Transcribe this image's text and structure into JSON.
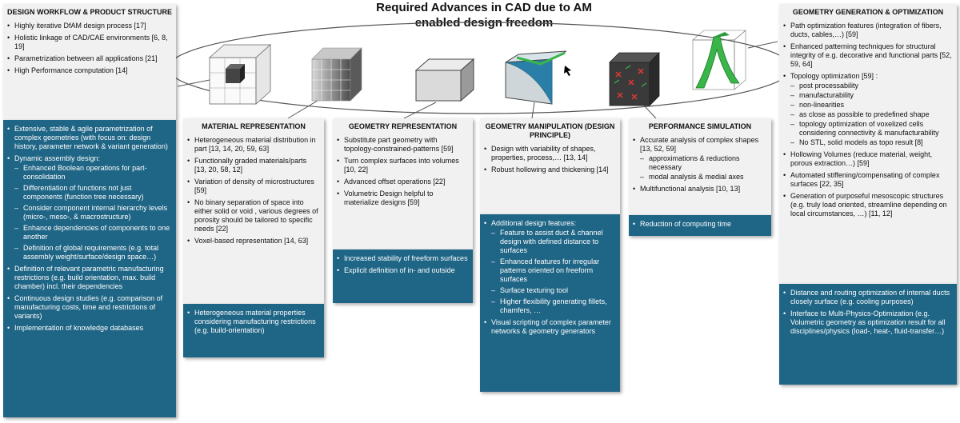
{
  "title": {
    "line1": "Required Advances in CAD due to AM",
    "line2": "enabled design freedom"
  },
  "colors": {
    "panel_light": "#f1f1f1",
    "panel_dark": "#1f6585",
    "accent_green": "#39b54a",
    "accent_blue": "#2a7fa8"
  },
  "workflow": {
    "header": "DESIGN WORKFLOW & PRODUCT STRUCTURE",
    "top": [
      "Highly iterative DfAM design process [17]",
      "Holistic linkage of CAD/CAE environments [6, 8, 19]",
      "Parametrization between all applications [21]",
      "High Performance computation [14]"
    ],
    "bottom": {
      "b1": "Extensive, stable & agile parametrization of complex geometries (with focus on: design history, parameter network & variant generation)",
      "b2": "Dynamic assembly design:",
      "b2_sub": [
        "Enhanced Boolean operations for part-consolidation",
        "Differentiation of functions not just components (function tree necessary)",
        "Consider component internal hierarchy levels (micro-, meso-, & macrostructure)",
        "Enhance dependencies of components to one another",
        "Definition of global requirements (e.g. total assembly weight/surface/design space…)"
      ],
      "b3": "Definition of relevant parametric manufacturing restrictions (e.g. build orientation, max. build chamber) incl. their dependencies",
      "b4": "Continuous design studies (e.g. comparison of manufacturing costs, time and restrictions of variants)",
      "b5": "Implementation of knowledge databases"
    }
  },
  "material": {
    "header": "MATERIAL REPRESENTATION",
    "top": [
      "Heterogeneous material distribution in part [13, 14, 20, 59, 63]",
      "Functionally graded materials/parts [13, 20, 58, 12]",
      "Variation of density of microstructures [59]",
      "No binary separation of space into either solid or void , various degrees of porosity should be tailored to specific needs [22]",
      "Voxel-based representation [14, 63]"
    ],
    "bottom": [
      "Heterogeneous material properties considering manufacturing restrictions (e.g. build-orientation)"
    ]
  },
  "geometry": {
    "header": "GEOMETRY REPRESENTATION",
    "top": [
      "Substitute part geometry with topology-constrained-patterns [59]",
      "Turn complex surfaces into volumes [10, 22]",
      "Advanced offset operations [22]",
      "Volumetric Design helpful to materialize designs [59]"
    ],
    "bottom": [
      "Increased stability of freeform surfaces",
      "Explicit definition of in- and outside"
    ]
  },
  "manipulation": {
    "header": "GEOMETRY MANIPULATION (DESIGN PRINCIPLE)",
    "top": [
      "Design with variability of shapes, properties, process,… [13, 14]",
      "Robust hollowing and thickening [14]"
    ],
    "bottom": {
      "b1": "Additional design features:",
      "b1_sub": [
        "Feature to assist duct & channel design with defined distance to surfaces",
        "Enhanced features for irregular patterns oriented on freeform surfaces",
        "Surface texturing tool",
        "Higher flexibility generating fillets, chamfers, …"
      ],
      "b2": "Visual scripting of complex parameter networks & geometry generators"
    }
  },
  "performance": {
    "header": "PERFORMANCE SIMULATION",
    "top": {
      "b1": "Accurate analysis of complex shapes [13, 52, 59]",
      "b1_sub": [
        "approximations & reductions necessary",
        "modal analysis & medial axes"
      ],
      "b2": "Multifunctional analysis [10, 13]"
    },
    "bottom": [
      "Reduction of computing time"
    ]
  },
  "optimization": {
    "header": "GEOMETRY GENERATION & OPTIMIZATION",
    "top": {
      "b1": "Path optimization features (integration of fibers, ducts, cables,…) [59]",
      "b2": "Enhanced patterning techniques for structural integrity of e.g. decorative and functional parts [52, 59, 64]",
      "b3": "Topology optimization [59] :",
      "b3_sub": [
        "post processability",
        "manufacturability",
        "non-linearities",
        "as close as possible to predefined shape",
        "topology optimization of voxelized cells considering connectivity & manufacturability",
        "No STL, solid models as topo result [8]"
      ],
      "b4": "Hollowing Volumes (reduce material, weight, porous extraction…) [59]",
      "b5": "Automated stiffening/compensating of complex surfaces [22, 35]",
      "b6": "Generation of purposeful mesoscopic structures (e.g. truly load oriented, streamline depending on local circumstances, …) [11, 12]"
    },
    "bottom": [
      "Distance and routing optimization of internal ducts closely surface (e.g. cooling purposes)",
      "Interface to Multi-Physics-Optimization (e.g. Volumetric geometry as optimization result for all disciplines/physics (load-, heat-, fluid-transfer…)"
    ]
  }
}
